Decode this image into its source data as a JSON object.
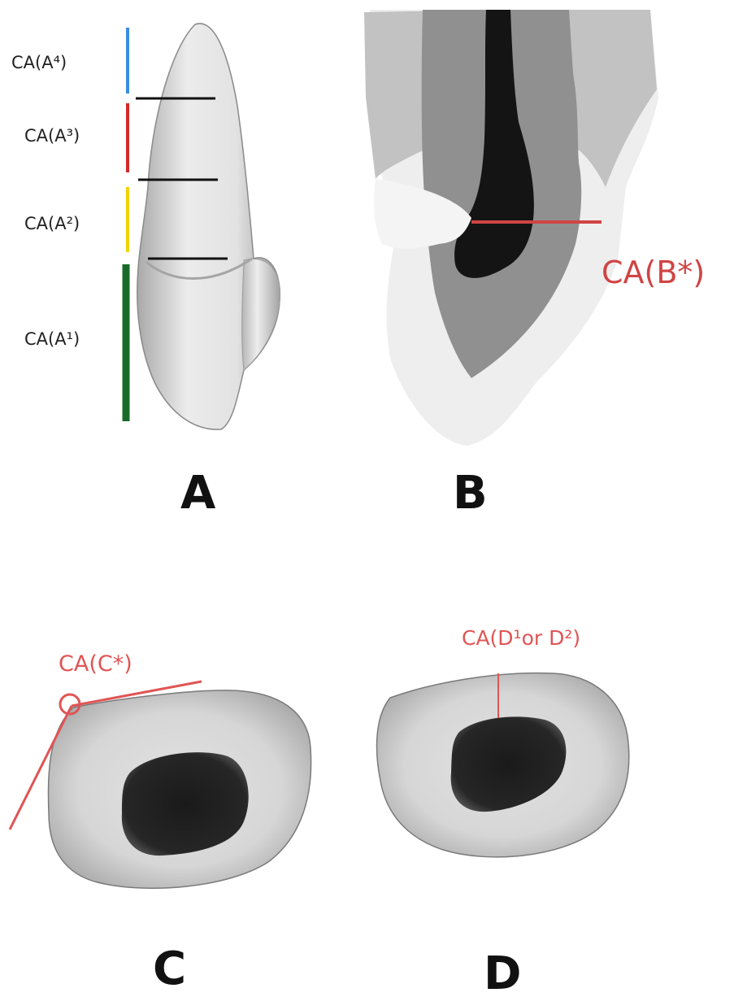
{
  "panels": {
    "a": {
      "letter": "A",
      "zones": [
        {
          "label": "CA(A⁴)",
          "color": "#3b8de0"
        },
        {
          "label": "CA(A³)",
          "color": "#d42a2a"
        },
        {
          "label": "CA(A²)",
          "color": "#f2d200"
        },
        {
          "label": "CA(A¹)",
          "color": "#1a6b2a"
        }
      ]
    },
    "b": {
      "letter": "B",
      "measure_label": "CA(B*)",
      "measure_color": "#d04444"
    },
    "c": {
      "letter": "C",
      "measure_label": "CA(C*)",
      "measure_color": "#e05555"
    },
    "d": {
      "letter": "D",
      "measure_label": "CA(D¹or D²)",
      "measure_color": "#e05555"
    }
  }
}
